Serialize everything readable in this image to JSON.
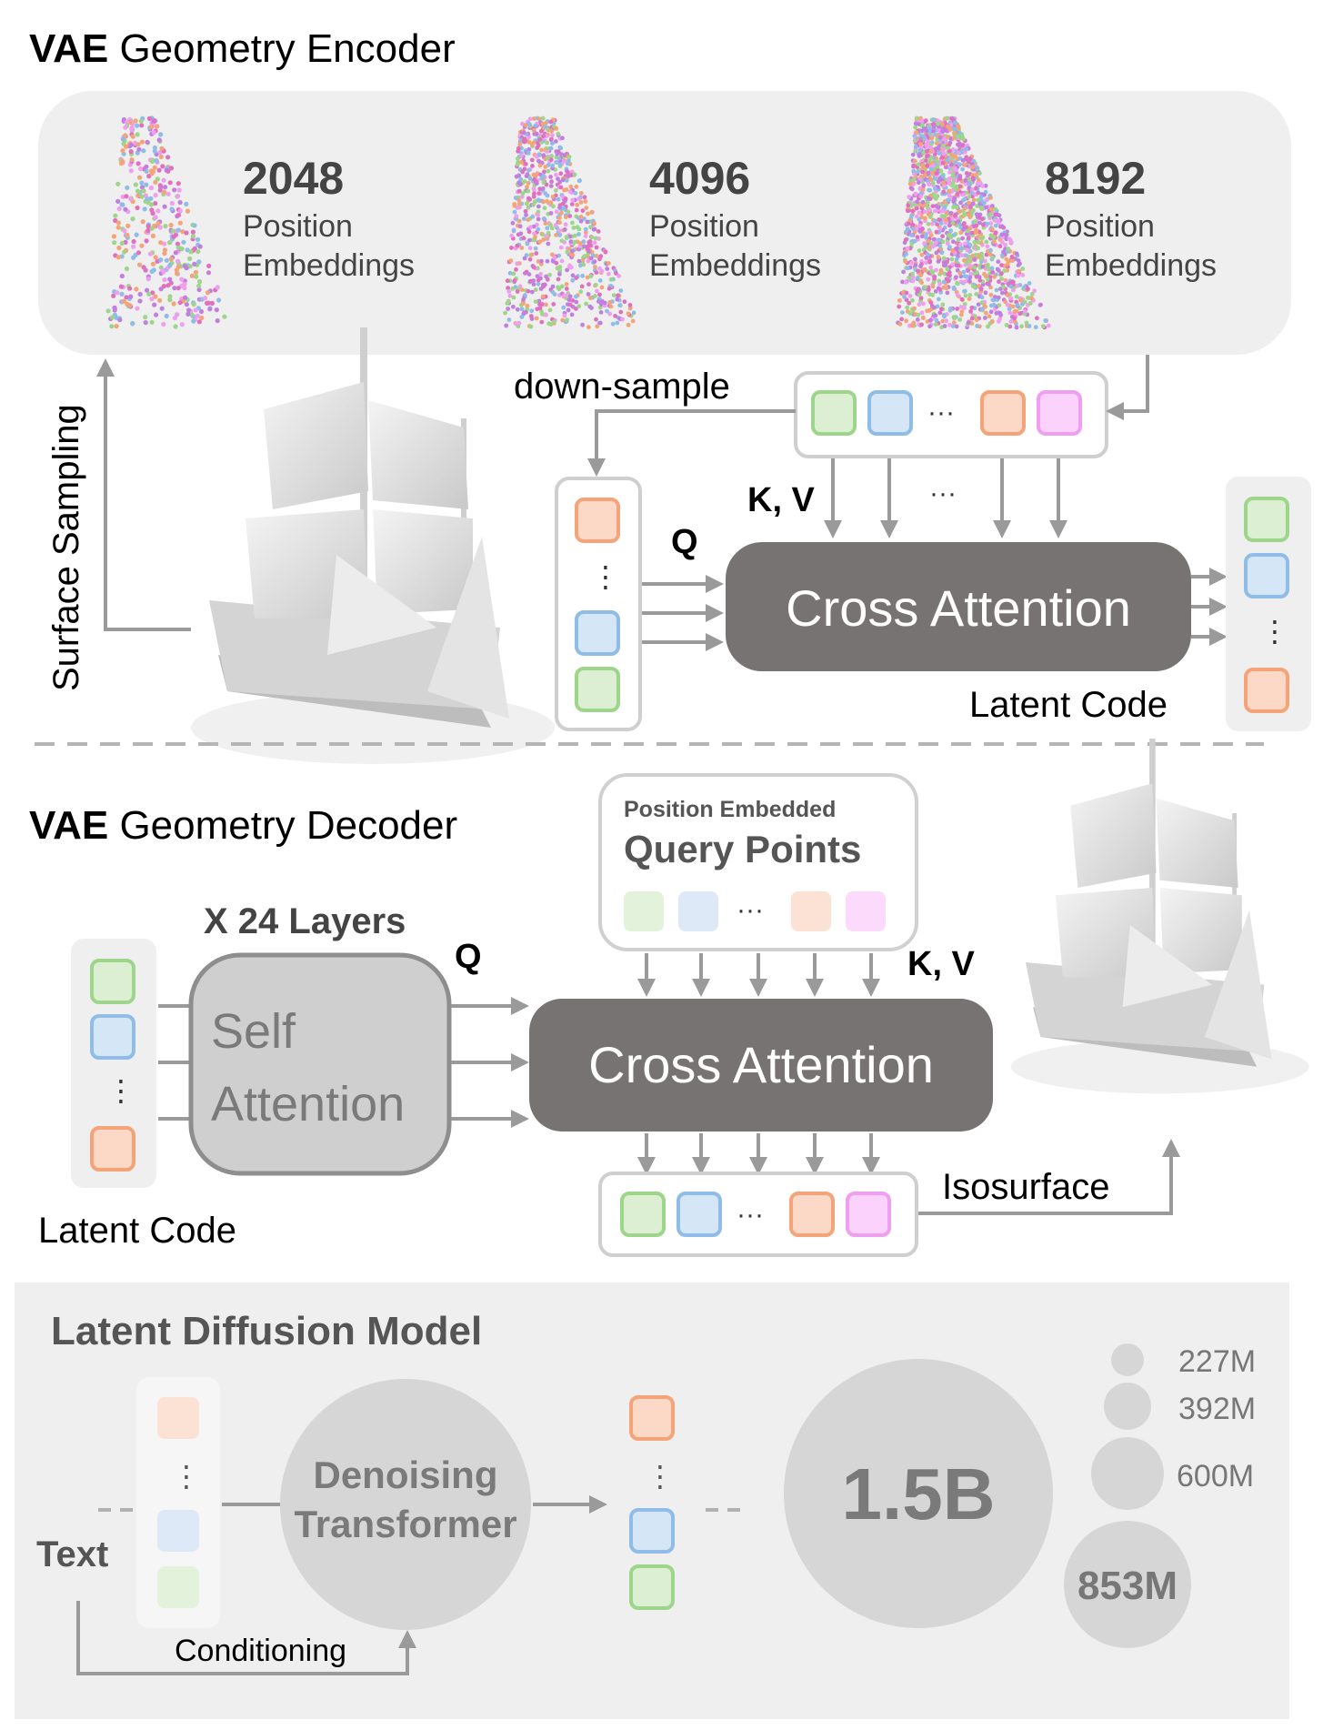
{
  "encoder": {
    "title_bold": "VAE",
    "title_rest": " Geometry Encoder",
    "point_sets": [
      {
        "count": "2048",
        "line1": "Position",
        "line2": "Embeddings"
      },
      {
        "count": "4096",
        "line1": "Position",
        "line2": "Embeddings"
      },
      {
        "count": "8192",
        "line1": "Position",
        "line2": "Embeddings"
      }
    ],
    "surface_sampling": "Surface Sampling",
    "down_sample": "down-sample",
    "kv": "K, V",
    "q": "Q",
    "cross_attention": "Cross Attention",
    "latent_code": "Latent Code",
    "ellipsis": "···",
    "vdots": "⋮"
  },
  "decoder": {
    "title_bold": "VAE",
    "title_rest": " Geometry Decoder",
    "query_small": "Position Embedded",
    "query_big": "Query Points",
    "layers": "X 24 Layers",
    "self_attention_1": "Self",
    "self_attention_2": "Attention",
    "q": "Q",
    "kv": "K, V",
    "cross_attention": "Cross Attention",
    "isosurface": "Isosurface",
    "latent_code": "Latent Code",
    "ellipsis": "···",
    "vdots": "⋮"
  },
  "ldm": {
    "title": "Latent Diffusion Model",
    "text": "Text",
    "conditioning": "Conditioning",
    "transformer_1": "Denoising",
    "transformer_2": "Transformer",
    "big_size": "1.5B",
    "sizes": [
      "227M",
      "392M",
      "600M",
      "853M"
    ],
    "vdots": "⋮"
  },
  "colors": {
    "green": "#9dd68a",
    "blue": "#8fbde8",
    "orange": "#f4a478",
    "pink": "#f09ef0",
    "dark_box": "#777372",
    "panel_bg": "#efefef"
  }
}
